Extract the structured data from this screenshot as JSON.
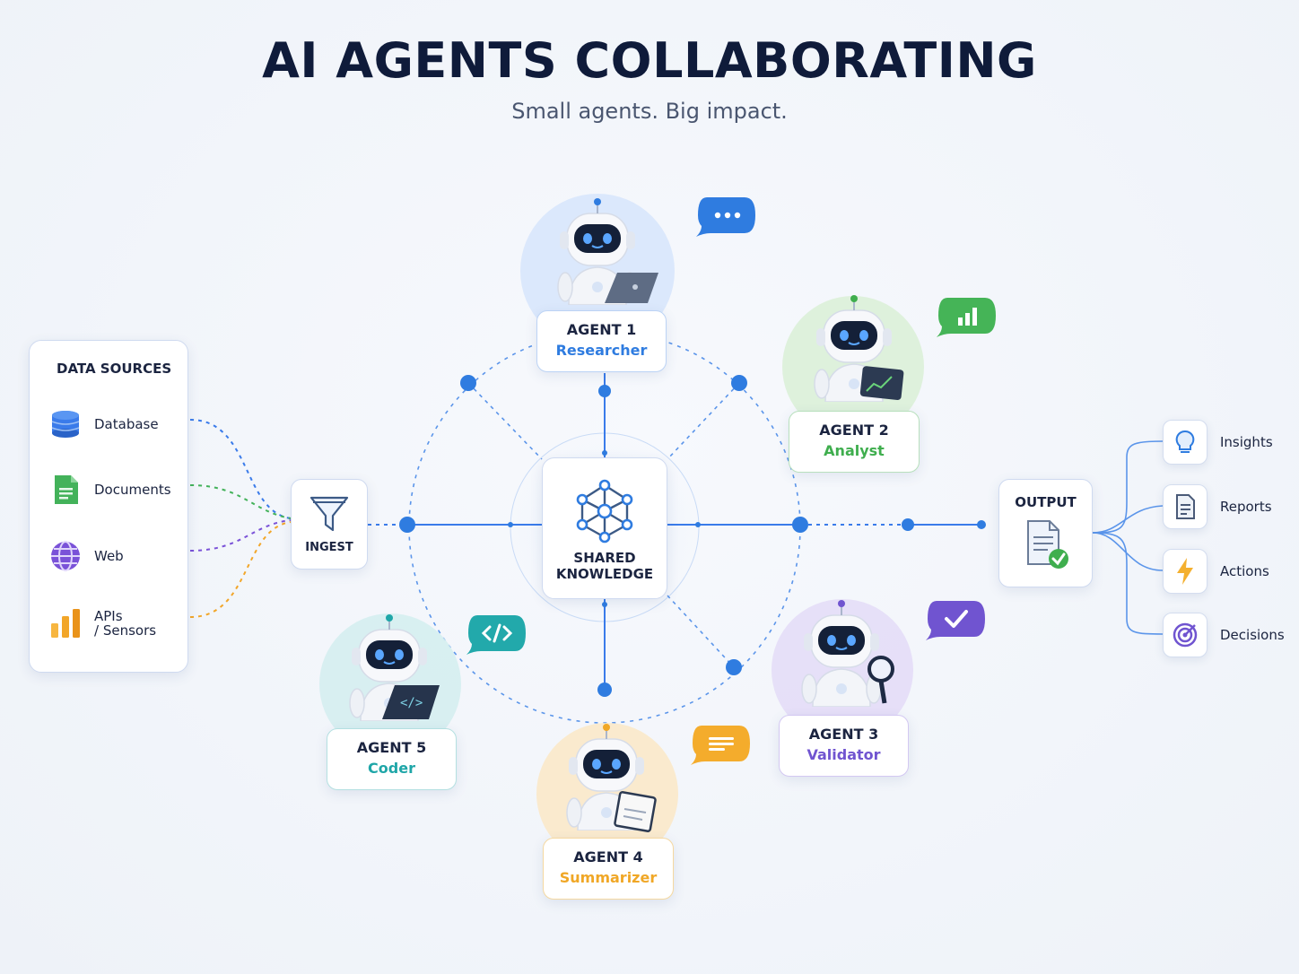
{
  "header": {
    "title": "AI AGENTS COLLABORATING",
    "subtitle": "Small agents. Big impact."
  },
  "data_sources": {
    "heading": "DATA SOURCES",
    "items": [
      {
        "label": "Database",
        "icon": "database-icon",
        "color": "#3a7bea"
      },
      {
        "label": "Documents",
        "icon": "document-icon",
        "color": "#43b25a"
      },
      {
        "label": "Web",
        "icon": "globe-icon",
        "color": "#7a52d8"
      },
      {
        "label_line1": "APIs",
        "label_line2": "/ Sensors",
        "icon": "bar-chart-icon",
        "color": "#f2a629"
      }
    ]
  },
  "ingest": {
    "label": "INGEST",
    "icon": "funnel-icon"
  },
  "hub": {
    "line1": "SHARED",
    "line2": "KNOWLEDGE",
    "icon": "network-icon"
  },
  "agents": [
    {
      "title": "AGENT 1",
      "role": "Researcher",
      "color": "#2f7ce0",
      "bubble_icon": "ellipsis-icon"
    },
    {
      "title": "AGENT 2",
      "role": "Analyst",
      "color": "#3fae4e",
      "bubble_icon": "bar-chart-icon"
    },
    {
      "title": "AGENT 3",
      "role": "Validator",
      "color": "#7054d0",
      "bubble_icon": "check-icon"
    },
    {
      "title": "AGENT 4",
      "role": "Summarizer",
      "color": "#f0a726",
      "bubble_icon": "text-lines-icon"
    },
    {
      "title": "AGENT 5",
      "role": "Coder",
      "color": "#1fa6a8",
      "bubble_icon": "code-icon"
    }
  ],
  "output": {
    "heading": "OUTPUT",
    "icon": "document-check-icon",
    "items": [
      {
        "label": "Insights",
        "icon": "lightbulb-icon"
      },
      {
        "label": "Reports",
        "icon": "report-icon"
      },
      {
        "label": "Actions",
        "icon": "lightning-icon"
      },
      {
        "label": "Decisions",
        "icon": "target-icon"
      }
    ]
  }
}
